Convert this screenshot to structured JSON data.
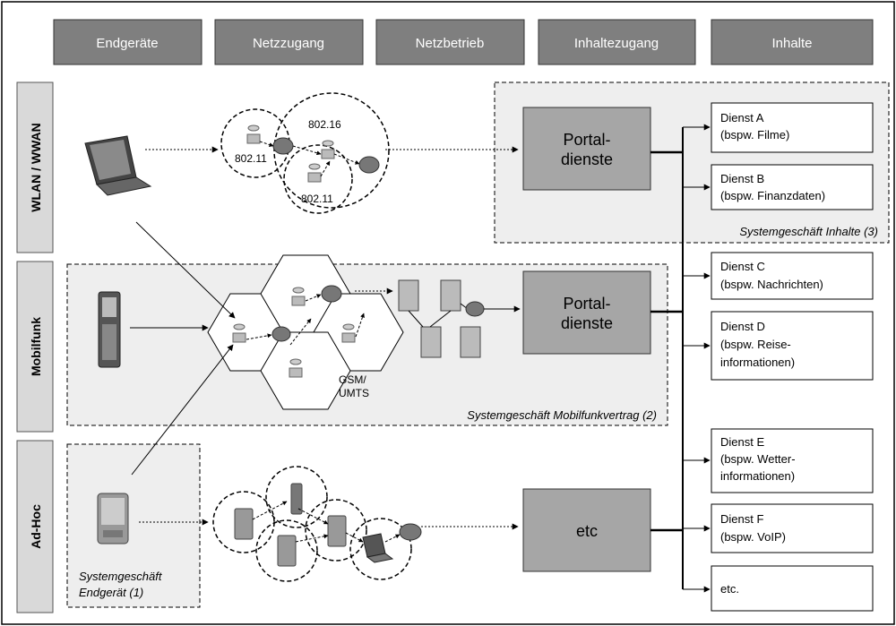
{
  "header": {
    "columns": [
      "Endgeräte",
      "Netzzugang",
      "Netzbetrieb",
      "Inhaltezugang",
      "Inhalte"
    ]
  },
  "rows": {
    "labels": [
      "WLAN / WWAN",
      "Mobilfunk",
      "Ad-Hoc"
    ]
  },
  "areas": {
    "inhalte": "Systemgeschäft Inhalte (3)",
    "mobilfunk": "Systemgeschäft Mobilfunkvertrag (2)",
    "endgeraet_line1": "Systemgeschäft",
    "endgeraet_line2": "Endgerät (1)"
  },
  "network": {
    "wlan_label_top": "802.16",
    "wlan_label_left": "802.11",
    "wlan_label_bottom": "802.11",
    "cell_label_line1": "GSM/",
    "cell_label_line2": "UMTS"
  },
  "portals": {
    "portal1_line1": "Portal-",
    "portal1_line2": "dienste",
    "portal2_line1": "Portal-",
    "portal2_line2": "dienste",
    "etc": "etc"
  },
  "services": [
    {
      "lines": [
        "Dienst A",
        "(bspw. Filme)"
      ]
    },
    {
      "lines": [
        "Dienst B",
        "(bspw. Finanzdaten)"
      ]
    },
    {
      "lines": [
        "Dienst C",
        "(bspw. Nachrichten)"
      ]
    },
    {
      "lines": [
        "Dienst D",
        "(bspw. Reise-",
        "informationen)"
      ]
    },
    {
      "lines": [
        "Dienst E",
        "(bspw. Wetter-",
        "informationen)"
      ]
    },
    {
      "lines": [
        "Dienst F",
        "(bspw. VoIP)"
      ]
    },
    {
      "lines": [
        "etc."
      ]
    }
  ],
  "colors": {
    "header_fill": "#7f7f7f",
    "side_fill": "#d9d9d9",
    "portal_fill": "#a6a6a6",
    "area_fill": "#eeeeee"
  }
}
